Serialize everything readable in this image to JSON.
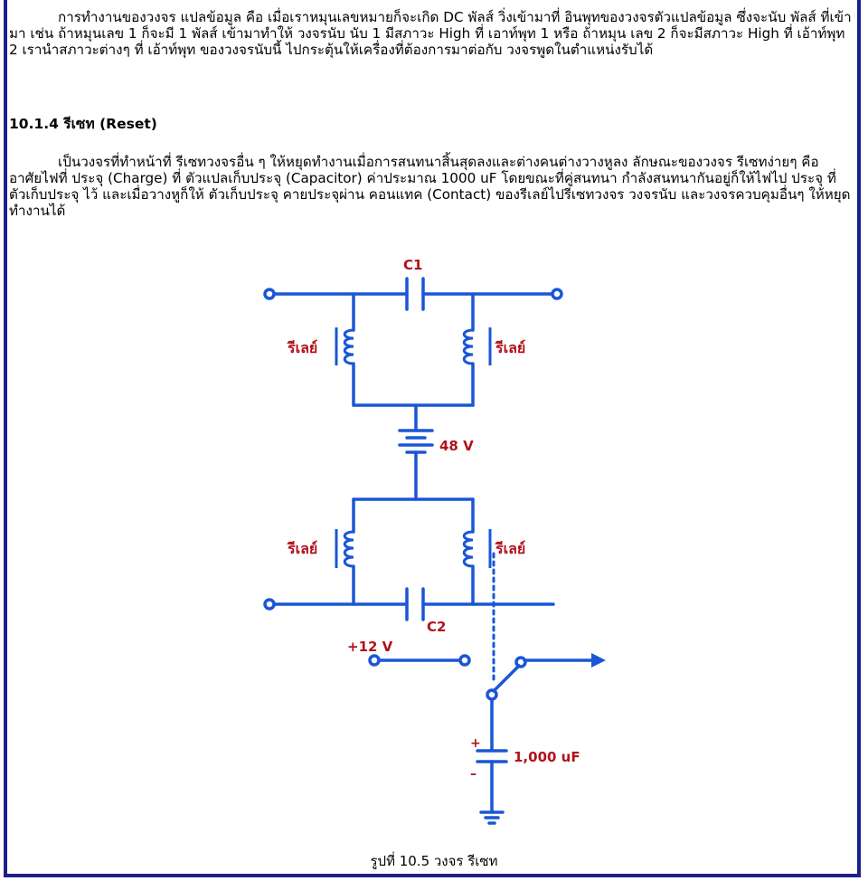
{
  "paragraph_1": "การทำงานของวงจร แปลข้อมูล คือ เมื่อเราหมุนเลขหมายก็จะเกิด DC พัลส์ วิ่งเข้ามาที่ อินพุทของวงจรตัวแปลข้อมูล ซึ่งจะนับ พัลส์ ที่เข้ามา เช่น ถ้าหมุนเลข 1 ก็จะมี 1 พัลส์ เข้ามาทำให้ วงจรนับ นับ 1 มีสภาวะ High ที่ เอาท์พุท 1 หรือ ถ้าหมุน เลข 2 ก็จะมีสภาวะ High ที่ เอ้าท์พุท 2 เรานำสภาวะต่างๆ ที่ เอ้าท์พุท ของวงจรนับนี้ ไปกระตุ้นให้เครื่องที่ต้องการมาต่อกับ วงจรพูดในตำแหน่งรับได้",
  "section_heading": "10.1.4 รีเซท (Reset)",
  "paragraph_2": "เป็นวงจรที่ทำหน้าที่ รีเซทวงจรอื่น ๆ ให้หยุดทำงานเมื่อการสนทนาสิ้นสุดลงและต่างคนต่างวางหูลง ลักษณะของวงจร รีเซทง่ายๆ คือ อาศัยไฟที่ ประจุ (Charge) ที่ ตัวแปลเก็บประจุ (Capacitor) ค่าประมาณ 1000 uF โดยขณะที่คู่สนทนา กำลังสนทนากันอยู่ก็ให้ไฟไป ประจุ ที่ ตัวเก็บประจุ ไว้ และเมื่อวางหูก็ให้ ตัวเก็บประจุ คายประจุผ่าน คอนแทค (Contact) ของรีเลย์ไปรีเซทวงจร วงจรนับ และวงจรควบคุมอื่นๆ ให้หยุดทำงานได้",
  "figure": {
    "c1_label": "C1",
    "c2_label": "C2",
    "relay_label": "รีเลย์",
    "battery_label": "48 V",
    "supply_label": "+12 V",
    "cap_label": "1,000 uF",
    "plus_sign": "+",
    "minus_sign": "–",
    "caption": "รูปที่ 10.5 วงจร รีเซท"
  },
  "colors": {
    "wire": "#1a56d6",
    "label": "#b1121a",
    "frame": "#1b1f8c"
  }
}
